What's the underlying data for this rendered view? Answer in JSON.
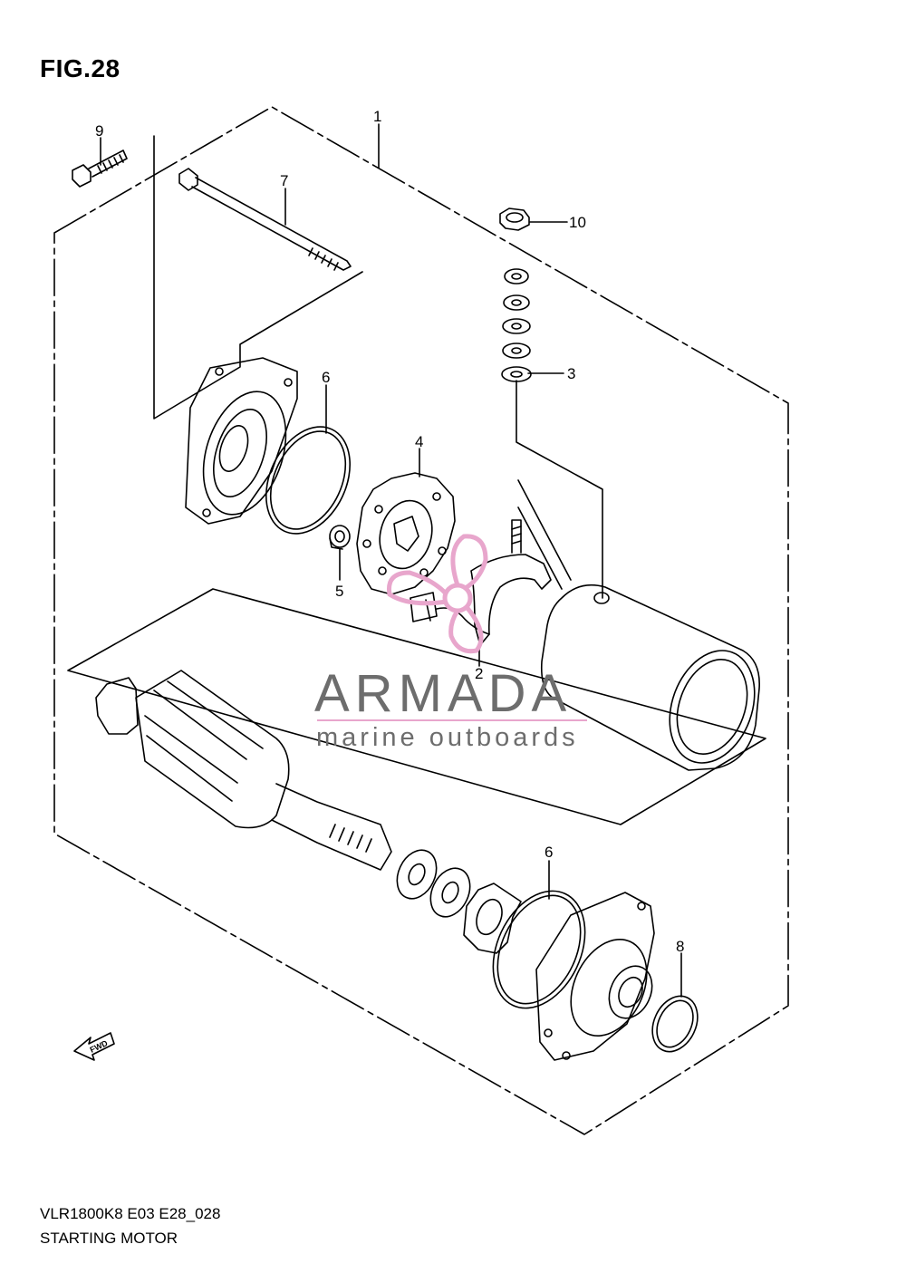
{
  "figure": {
    "title": "FIG.28"
  },
  "footer": {
    "model_code": "VLR1800K8 E03 E28_028",
    "section_name": "STARTING MOTOR"
  },
  "watermark": {
    "brand": "ARMADA",
    "tagline": "marine outboards",
    "accent_color": "#e8a6cc",
    "text_color": "#6d6d6d"
  },
  "direction_marker": {
    "text": "FWD"
  },
  "callouts": [
    {
      "id": "1",
      "label": "1"
    },
    {
      "id": "2",
      "label": "2"
    },
    {
      "id": "3",
      "label": "3"
    },
    {
      "id": "4",
      "label": "4"
    },
    {
      "id": "5",
      "label": "5"
    },
    {
      "id": "6a",
      "label": "6"
    },
    {
      "id": "6b",
      "label": "6"
    },
    {
      "id": "7",
      "label": "7"
    },
    {
      "id": "8",
      "label": "8"
    },
    {
      "id": "9",
      "label": "9"
    },
    {
      "id": "10",
      "label": "10"
    }
  ]
}
